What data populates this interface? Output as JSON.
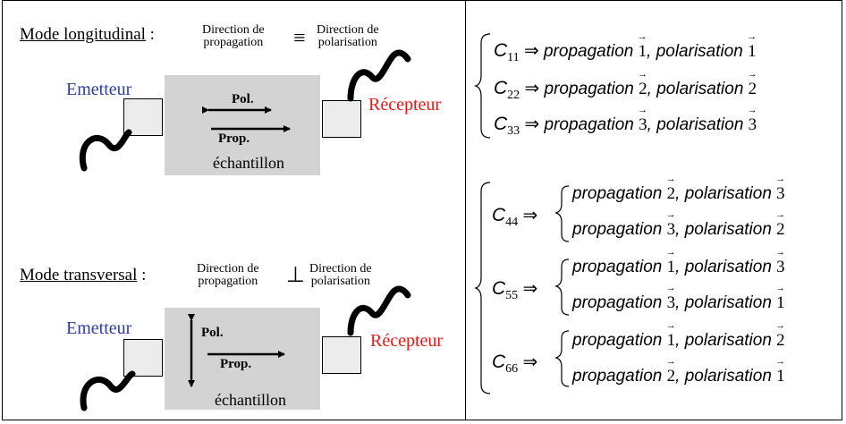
{
  "left": {
    "longitudinal": {
      "title": "Mode longitudinal",
      "colon": ":",
      "term_a": [
        "Direction de",
        "propagation"
      ],
      "relation": "≡",
      "term_b": [
        "Direction de",
        "polarisation"
      ],
      "emitter": "Emetteur",
      "receiver": "Récepteur",
      "pol": "Pol.",
      "prop": "Prop.",
      "sample": "échantillon"
    },
    "transversal": {
      "title": "Mode transversal",
      "colon": ":",
      "term_a": [
        "Direction de",
        "propagation"
      ],
      "relation": "⊥",
      "term_b": [
        "Direction de",
        "polarisation"
      ],
      "emitter": "Emetteur",
      "receiver": "Récepteur",
      "pol": "Pol.",
      "prop": "Prop.",
      "sample": "échantillon"
    }
  },
  "right": {
    "arrow": "⇒",
    "words": {
      "propagation": "propagation",
      "polarisation": "polarisation"
    },
    "group1": [
      {
        "c": "C",
        "sub": "11",
        "prop": "1",
        "pol": "1"
      },
      {
        "c": "C",
        "sub": "22",
        "prop": "2",
        "pol": "2"
      },
      {
        "c": "C",
        "sub": "33",
        "prop": "3",
        "pol": "3"
      }
    ],
    "group2": [
      {
        "c": "C",
        "sub": "44",
        "rows": [
          {
            "prop": "2",
            "pol": "3"
          },
          {
            "prop": "3",
            "pol": "2"
          }
        ]
      },
      {
        "c": "C",
        "sub": "55",
        "rows": [
          {
            "prop": "1",
            "pol": "3"
          },
          {
            "prop": "3",
            "pol": "1"
          }
        ]
      },
      {
        "c": "C",
        "sub": "66",
        "rows": [
          {
            "prop": "1",
            "pol": "2"
          },
          {
            "prop": "2",
            "pol": "1"
          }
        ]
      }
    ]
  }
}
